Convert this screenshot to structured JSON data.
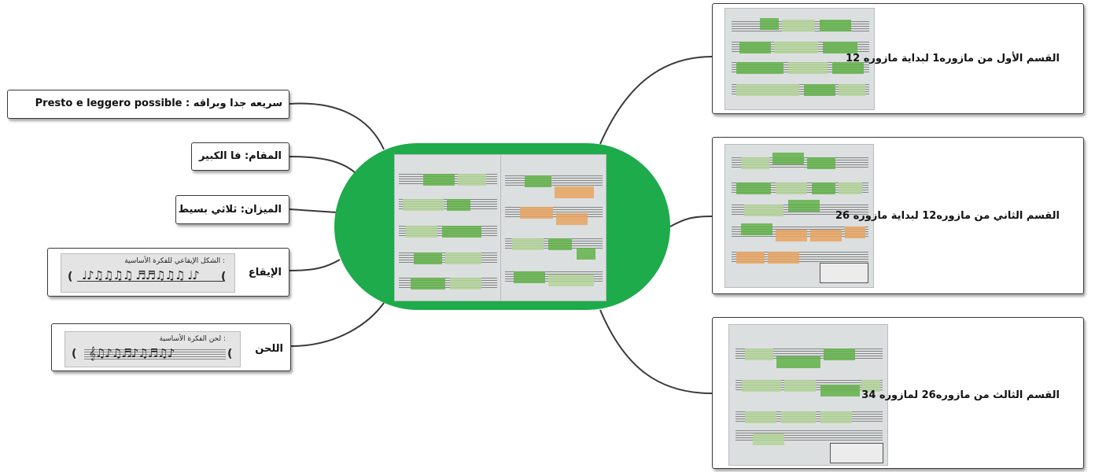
{
  "left_nodes": {
    "tempo": "سريعه جدا وبراقه : Presto e leggero possible",
    "key": "المقام: فا الكبير",
    "meter": "الميزان: ثلاثي بسيط",
    "rhythm": "الإيقاع",
    "melody": "اللحن",
    "rhythm_image_caption": ":   الشكل الإيقاعي للفكرة الأساسية",
    "melody_image_caption": ":  لحن الفكرة الأساسية"
  },
  "right_nodes": {
    "section1": "القسم الأول من مازوره1 لبداية مازوره 12",
    "section2": "القسم الثاني من مازوره12 لبداية مازوره 26",
    "section3": "القسم الثالث من مازوره26 لمازوره 34"
  },
  "colors": {
    "center_fill": "#1eab4b",
    "highlight_green": "#62b34a",
    "highlight_light_green": "#b4d59a",
    "highlight_orange": "#e8a563",
    "connector": "#3a3a3a"
  }
}
